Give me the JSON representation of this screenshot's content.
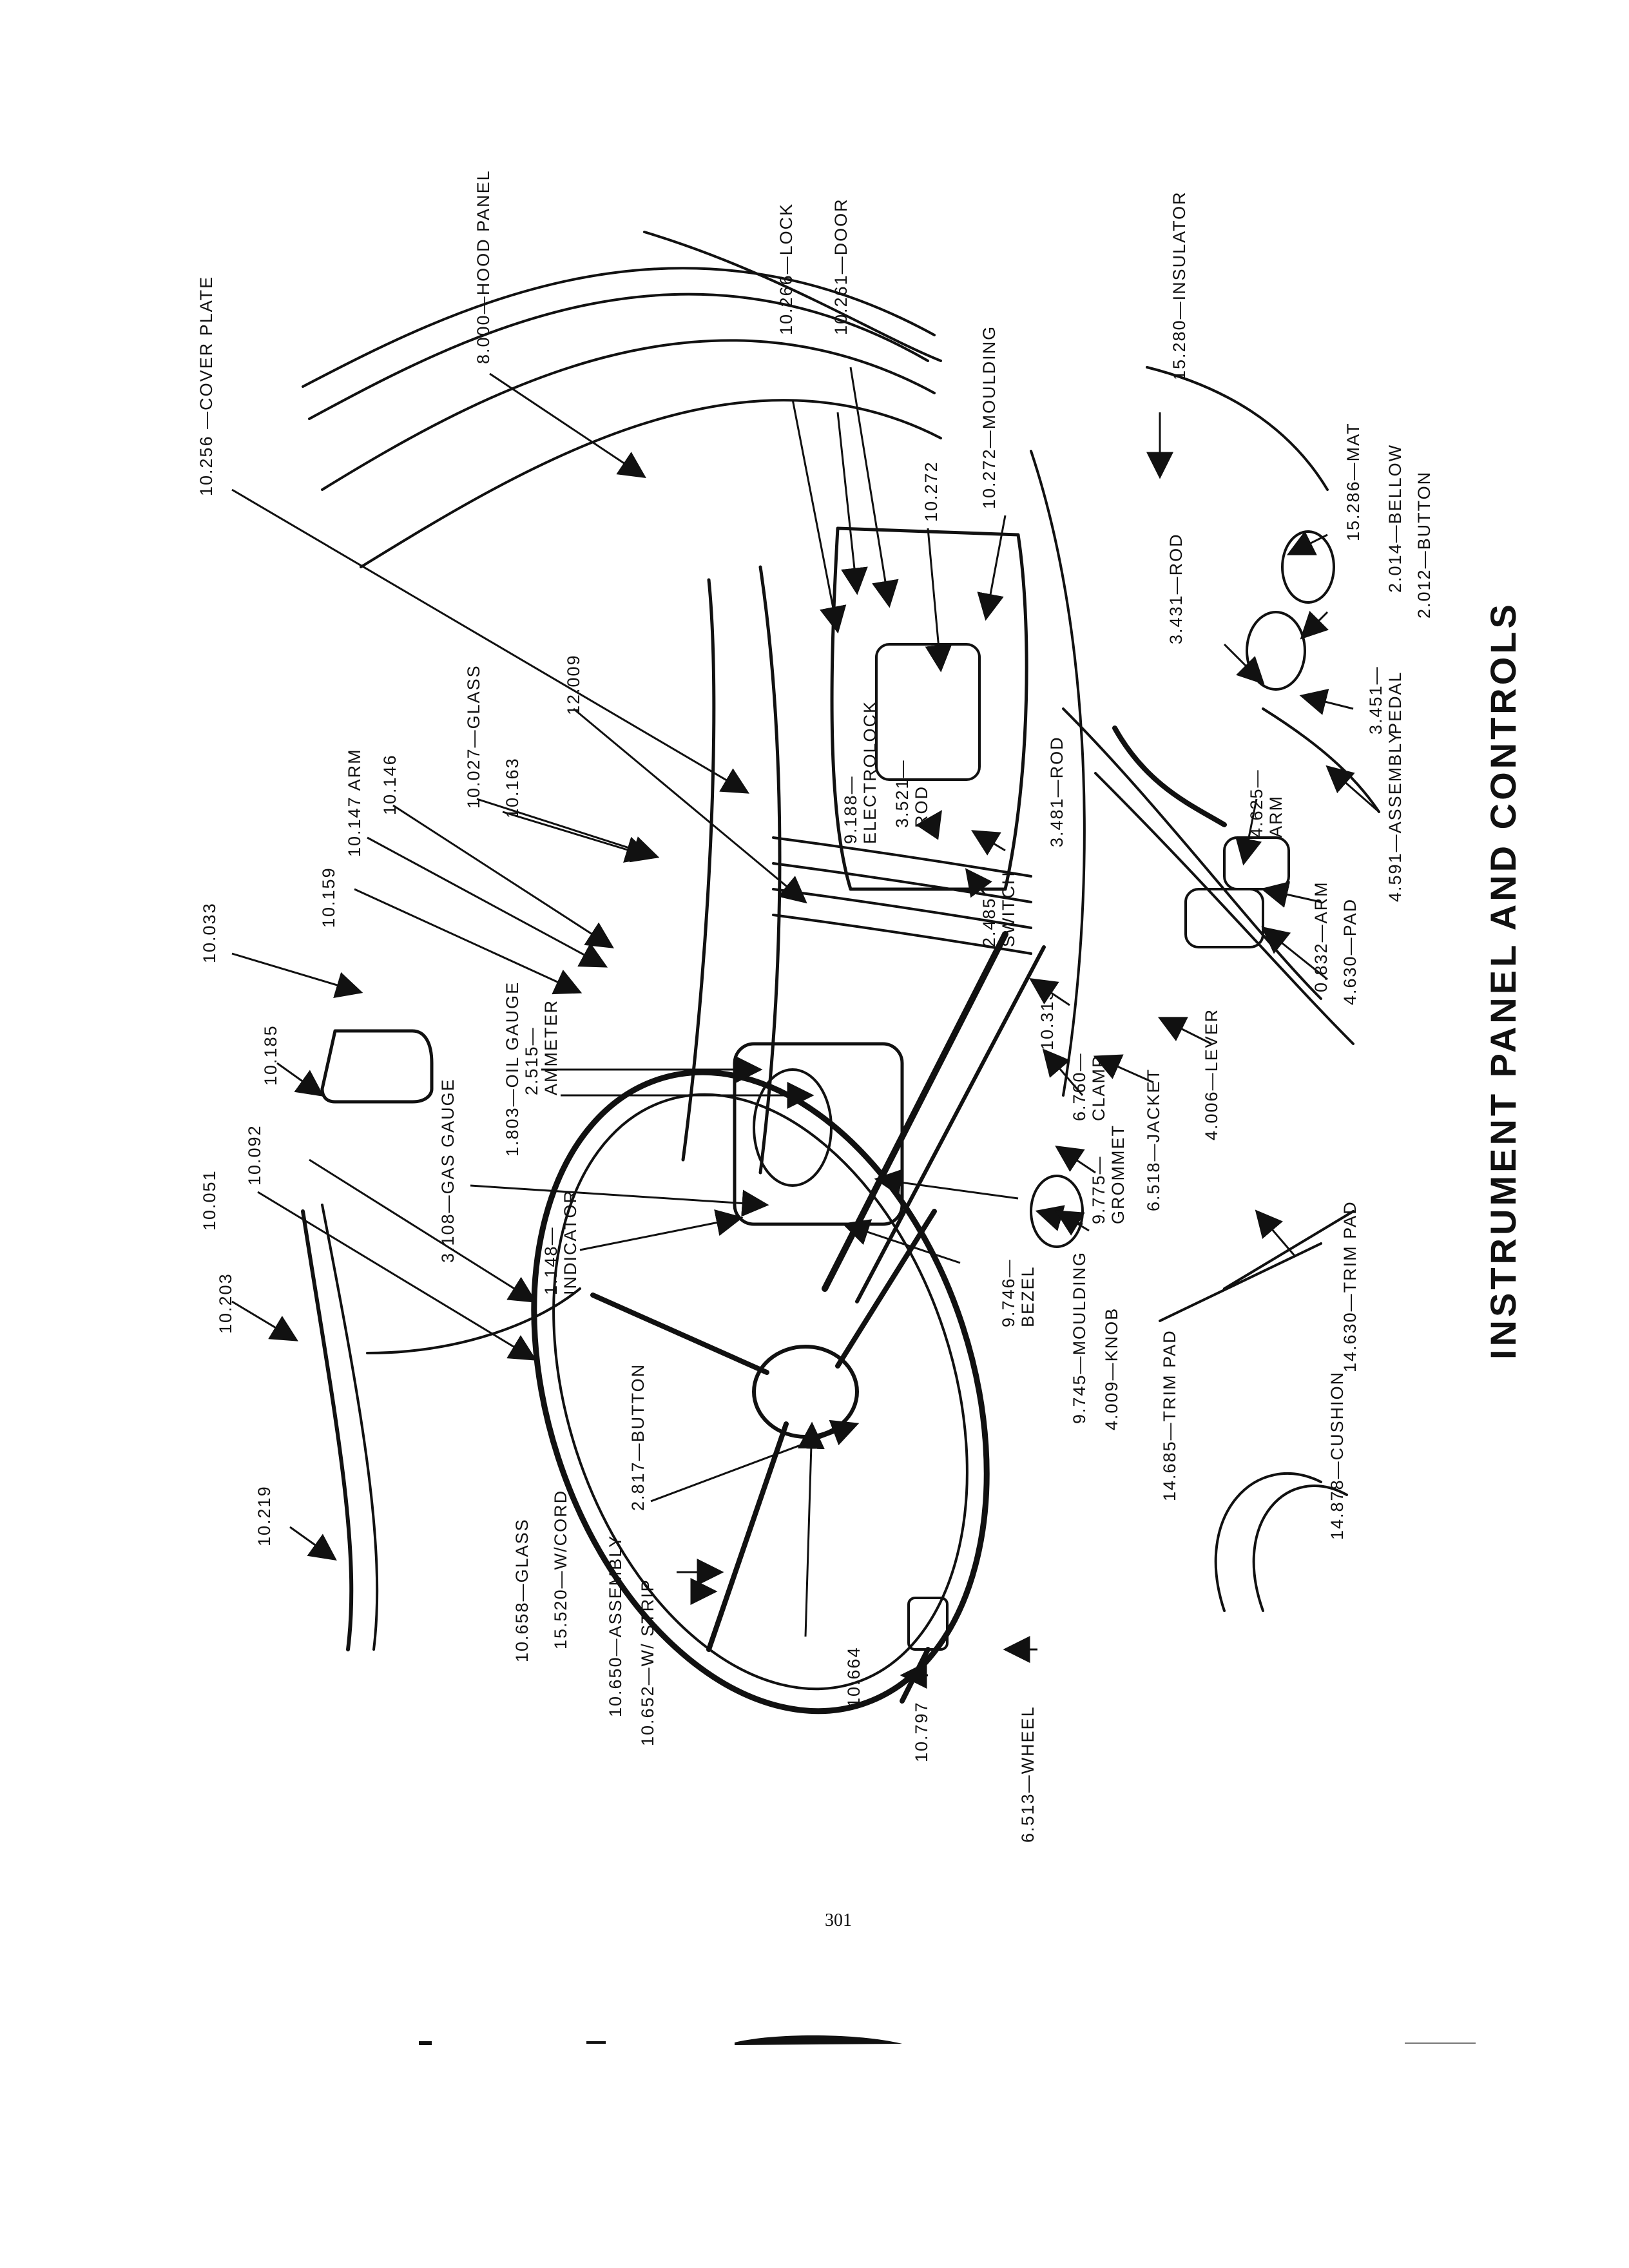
{
  "page": {
    "title": "INSTRUMENT PANEL AND CONTROLS",
    "page_number": "301"
  },
  "callouts": [
    {
      "id": "cover-plate",
      "lines": [
        "10.256 —COVER PLATE"
      ]
    },
    {
      "id": "hood-panel",
      "lines": [
        "8.000—HOOD PANEL"
      ]
    },
    {
      "id": "lock",
      "lines": [
        "10.266—LOCK"
      ]
    },
    {
      "id": "door",
      "lines": [
        "10.261—DOOR"
      ]
    },
    {
      "id": "moulding-272",
      "lines": [
        "10.272—MOULDING"
      ]
    },
    {
      "id": "item-272",
      "lines": [
        "10.272"
      ]
    },
    {
      "id": "insulator",
      "lines": [
        "15.280—INSULATOR"
      ]
    },
    {
      "id": "mat",
      "lines": [
        "15.286—MAT"
      ]
    },
    {
      "id": "bellow",
      "lines": [
        "2.014—BELLOW"
      ]
    },
    {
      "id": "button-012",
      "lines": [
        "2.012—BUTTON"
      ]
    },
    {
      "id": "rod-431",
      "lines": [
        "3.431—ROD"
      ]
    },
    {
      "id": "pedal",
      "lines": [
        "3.451—",
        "PEDAL"
      ]
    },
    {
      "id": "assembly-591",
      "lines": [
        "4.591—ASSEMBLY"
      ]
    },
    {
      "id": "arm-625",
      "lines": [
        "4.625—",
        "ARM"
      ]
    },
    {
      "id": "arm-832",
      "lines": [
        "0.832—ARM"
      ]
    },
    {
      "id": "pad-630",
      "lines": [
        "4.630—PAD"
      ]
    },
    {
      "id": "lever",
      "lines": [
        "4.006—LEVER"
      ]
    },
    {
      "id": "jacket",
      "lines": [
        "6.518—JACKET"
      ]
    },
    {
      "id": "clamp",
      "lines": [
        "6.760—",
        "CLAMP"
      ]
    },
    {
      "id": "grommet",
      "lines": [
        "9.775—",
        "GROMMET"
      ]
    },
    {
      "id": "item-313",
      "lines": [
        "10.313"
      ]
    },
    {
      "id": "switch",
      "lines": [
        "2.485",
        "SWITCH"
      ]
    },
    {
      "id": "rod-481",
      "lines": [
        "3.481—ROD"
      ]
    },
    {
      "id": "rod-521",
      "lines": [
        "3.521—",
        "ROD"
      ]
    },
    {
      "id": "electrolock",
      "lines": [
        "9.188—",
        "ELECTROLOCK"
      ]
    },
    {
      "id": "item-009",
      "lines": [
        "12.009"
      ]
    },
    {
      "id": "glass-027",
      "lines": [
        "10.027—GLASS"
      ]
    },
    {
      "id": "item-163",
      "lines": [
        "10.163"
      ]
    },
    {
      "id": "item-146",
      "lines": [
        "10.146"
      ]
    },
    {
      "id": "arm-147",
      "lines": [
        "10.147   ARM"
      ]
    },
    {
      "id": "item-159",
      "lines": [
        "10.159"
      ]
    },
    {
      "id": "item-033",
      "lines": [
        "10.033"
      ]
    },
    {
      "id": "item-185",
      "lines": [
        "10.185"
      ]
    },
    {
      "id": "oil-gauge",
      "lines": [
        "1.803—OIL GAUGE"
      ]
    },
    {
      "id": "ammeter",
      "lines": [
        "2.515—",
        "AMMETER"
      ]
    },
    {
      "id": "gas-gauge",
      "lines": [
        "3.108—GAS GAUGE"
      ]
    },
    {
      "id": "indicator",
      "lines": [
        "1.148—",
        "INDICATOR"
      ]
    },
    {
      "id": "item-092",
      "lines": [
        "10.092"
      ]
    },
    {
      "id": "item-051",
      "lines": [
        "10.051"
      ]
    },
    {
      "id": "item-203",
      "lines": [
        "10.203"
      ]
    },
    {
      "id": "item-219",
      "lines": [
        "10.219"
      ]
    },
    {
      "id": "glass-658",
      "lines": [
        "10.658—GLASS"
      ]
    },
    {
      "id": "w-cord",
      "lines": [
        "15.520—W/CORD"
      ]
    },
    {
      "id": "assembly-650",
      "lines": [
        "10.650—ASSEMBLY"
      ]
    },
    {
      "id": "w-strip",
      "lines": [
        "10.652—W/ STRIP"
      ]
    },
    {
      "id": "button-817",
      "lines": [
        "2.817—BUTTON"
      ]
    },
    {
      "id": "item-664",
      "lines": [
        "10.664"
      ]
    },
    {
      "id": "item-797",
      "lines": [
        "10.797"
      ]
    },
    {
      "id": "wheel",
      "lines": [
        "6.513—WHEEL"
      ]
    },
    {
      "id": "bezel",
      "lines": [
        "9.746—",
        "BEZEL"
      ]
    },
    {
      "id": "moulding-745",
      "lines": [
        "9.745—MOULDING"
      ]
    },
    {
      "id": "knob",
      "lines": [
        "4.009—KNOB"
      ]
    },
    {
      "id": "trim-pad-685",
      "lines": [
        "14.685—TRIM PAD"
      ]
    },
    {
      "id": "cushion",
      "lines": [
        "14.878—CUSHION"
      ]
    },
    {
      "id": "trim-pad-630",
      "lines": [
        "14.630—TRIM PAD"
      ]
    }
  ]
}
